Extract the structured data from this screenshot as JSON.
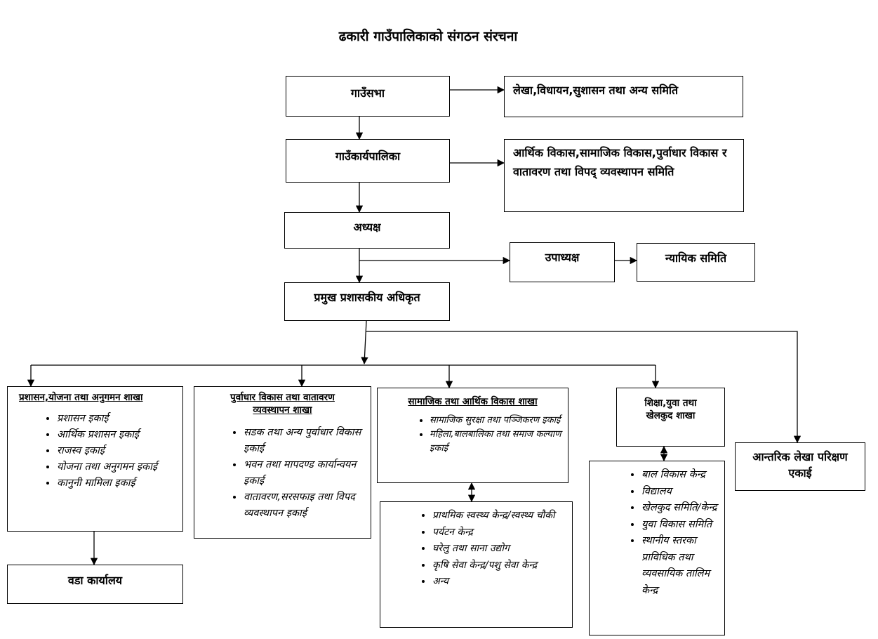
{
  "title": "ढकारी गाउँपालिकाको संगठन संरचना",
  "nodes": {
    "gaunsabha": "गाउँसभा",
    "lekha_samiti": "लेखा,विधायन,सुशासन तथा अन्य समिति",
    "karyapalika": "गाउँकार्यपालिका",
    "bikas_samiti": "आर्थिक विकास,सामाजिक विकास,पुर्वाधार विकास र वातावरण तथा विपद् व्यवस्थापन समिति",
    "adhyaksha": "अध्यक्ष",
    "upadhyaksha": "उपाध्यक्ष",
    "nyayik": "न्यायिक समिति",
    "cao": "प्रमुख प्रशासकीय अधिकृत",
    "ward": "वडा कार्यालय",
    "audit": "आन्तरिक लेखा परिक्षण एकाई"
  },
  "branches": [
    {
      "heading": "प्रशासन,योजना तथा अनुगमन शाखा",
      "items": [
        "प्रशासन इकाई",
        "आर्थिक प्रशासन इकाई",
        "राजस्व इकाई",
        "योजना तथा अनुगमन इकाई",
        "कानुनी मामिला इकाई"
      ]
    },
    {
      "heading": "पुर्वाधार विकास तथा वातावरण व्यवस्थापन शाखा",
      "items": [
        "सडक तथा अन्य  पुर्वाधार विकास इकाई",
        "भवन तथा मापदण्ड कार्यान्वयन इकाई",
        "वातावरण,सरसफाइ तथा विपद व्यवस्थापन इकाई"
      ]
    },
    {
      "heading": "सामाजिक तथा आर्थिक विकास शाखा",
      "items": [
        "सामाजिक सुरक्षा तथा पञ्जिकरण इकाई",
        "महिला,बालबालिका तथा समाज कल्याण इकाई"
      ]
    },
    {
      "heading": "शिक्षा,युवा तथा खेलकुद शाखा",
      "items": []
    }
  ],
  "social_units": [
    "प्राथमिक स्वस्थ्य केन्द्र/स्वस्थ्य चौकी",
    "पर्यटन केन्द्र",
    "घरेलु तथा साना उद्योग",
    "कृषि सेवा केन्द्र/पशु सेवा केन्द्र",
    "अन्य"
  ],
  "education_units": [
    "बाल विकास केन्द्र",
    "विद्यालय",
    "खेलकुद समिति/केन्द्र",
    "युवा विकास समिति",
    "स्थानीय स्तरका प्राविधिक तथा व्यवसायिक तालिम केन्द्र"
  ]
}
